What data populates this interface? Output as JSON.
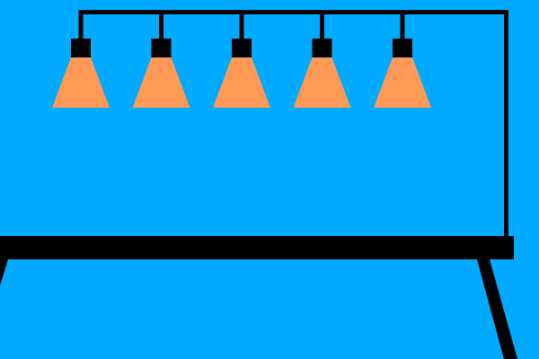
{
  "colors": {
    "background": "#00AAFF",
    "frame": "#000000",
    "lamp_shade": "#FF9955",
    "lamp_cap": "#000000"
  },
  "lamps": [
    {
      "name": "lamp-1"
    },
    {
      "name": "lamp-2"
    },
    {
      "name": "lamp-3"
    },
    {
      "name": "lamp-4"
    },
    {
      "name": "lamp-5"
    }
  ]
}
